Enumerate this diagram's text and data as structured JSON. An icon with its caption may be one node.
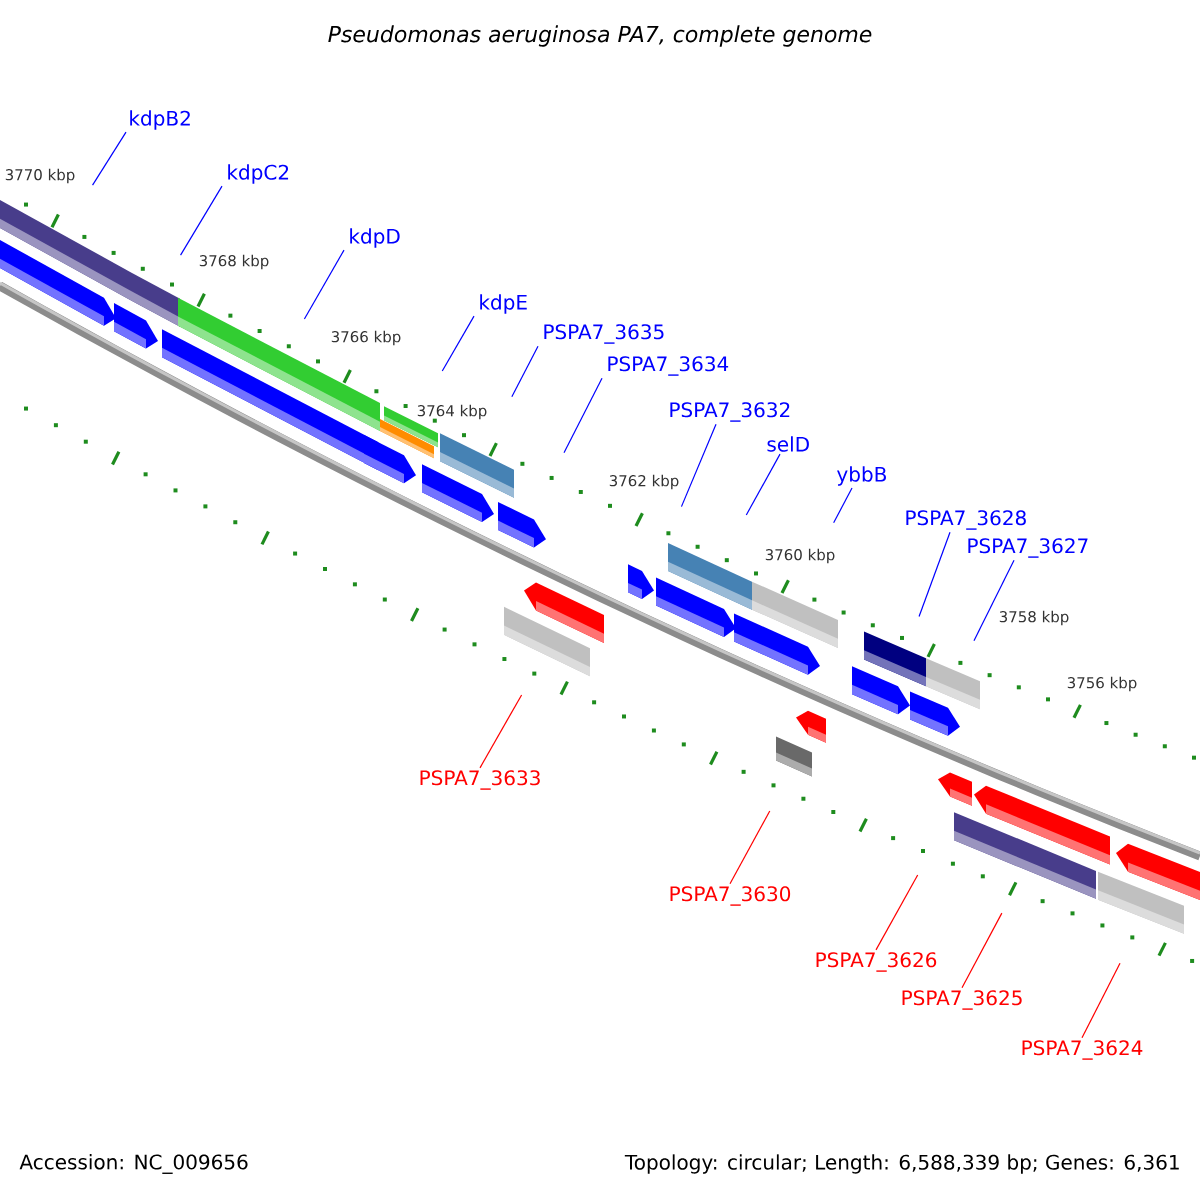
{
  "diagram": {
    "title": "Pseudomonas aeruginosa PA7, complete genome",
    "nodes": [
      {
        "text": [
          "kdpB2"
        ]
      },
      {
        "text": [
          "kdpC2"
        ]
      },
      {
        "text": [
          "kdpD"
        ]
      },
      {
        "text": [
          "kdpE"
        ]
      },
      {
        "text": [
          "PSPA7_3635"
        ]
      },
      {
        "text": [
          "PSPA7_3634"
        ]
      },
      {
        "text": [
          "PSPA7_3632"
        ]
      },
      {
        "text": [
          "selD"
        ]
      },
      {
        "text": [
          "ybbB"
        ]
      },
      {
        "text": [
          "PSPA7_3628"
        ]
      },
      {
        "text": [
          "PSPA7_3627"
        ]
      },
      {
        "text": [
          "PSPA7_3633"
        ]
      },
      {
        "text": [
          "PSPA7_3630"
        ]
      },
      {
        "text": [
          "PSPA7_3626"
        ]
      },
      {
        "text": [
          "PSPA7_3625"
        ]
      },
      {
        "text": [
          "PSPA7_3624"
        ]
      }
    ],
    "edges": [
      {
        "from": 0,
        "to": null,
        "arrow": "none"
      },
      {
        "from": 1,
        "to": null,
        "arrow": "none"
      },
      {
        "from": 2,
        "to": null,
        "arrow": "none"
      },
      {
        "from": 3,
        "to": null,
        "arrow": "none"
      },
      {
        "from": 4,
        "to": null,
        "arrow": "none"
      },
      {
        "from": 5,
        "to": null,
        "arrow": "none"
      },
      {
        "from": 6,
        "to": null,
        "arrow": "none"
      },
      {
        "from": 7,
        "to": null,
        "arrow": "none"
      },
      {
        "from": 8,
        "to": null,
        "arrow": "none"
      },
      {
        "from": 9,
        "to": null,
        "arrow": "none"
      },
      {
        "from": 10,
        "to": null,
        "arrow": "none"
      },
      {
        "from": 11,
        "to": null,
        "arrow": "none",
        "color": "#ff0000"
      },
      {
        "from": 12,
        "to": null,
        "arrow": "none",
        "color": "#ff0000"
      },
      {
        "from": 13,
        "to": null,
        "arrow": "none",
        "color": "#ff0000"
      },
      {
        "from": 14,
        "to": null,
        "arrow": "none",
        "color": "#ff0000"
      },
      {
        "from": 15,
        "to": null,
        "arrow": "none",
        "color": "#ff0000"
      }
    ],
    "labels": [
      "3770 kbp",
      "3768 kbp",
      "3766 kbp",
      "3764 kbp",
      "3762 kbp",
      "3760 kbp",
      "3758 kbp",
      "3756 kbp",
      "Accession: NC_009656",
      "Topology: circular; Length: 6,588,339 bp; Genes: 6,361"
    ]
  }
}
